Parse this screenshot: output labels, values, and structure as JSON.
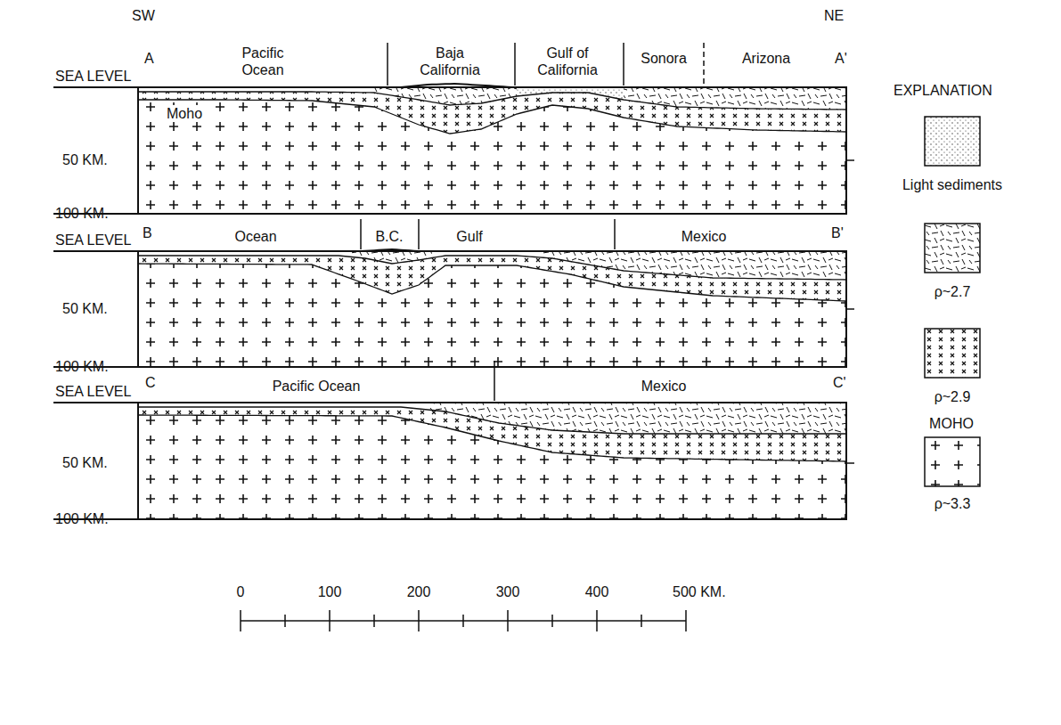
{
  "diagram": {
    "labels": [
      "SW",
      "NE",
      "A",
      "Pacific Ocean",
      "Baja California",
      "Gulf of California",
      "Sonora",
      "Arizona",
      "A'",
      "EXPLANATION",
      "SEA LEVEL",
      "Moho",
      "50 KM.",
      "100 KM.",
      "B",
      "Ocean",
      "B.C.",
      "Gulf",
      "Mexico",
      "B'",
      "SEA LEVEL",
      "50 KM.",
      "100 KM.",
      "C",
      "Pacific Ocean",
      "Mexico",
      "C'",
      "SEA LEVEL",
      "50 KM.",
      "100 KM.",
      "0",
      "100",
      "200",
      "300",
      "400",
      "500 KM.",
      "MOHO"
    ],
    "legend": [
      {
        "text": "Light sediments"
      },
      {
        "text": "ρ~2.7"
      },
      {
        "text": "ρ~2.9"
      },
      {
        "text": "ρ~3.3"
      }
    ]
  }
}
